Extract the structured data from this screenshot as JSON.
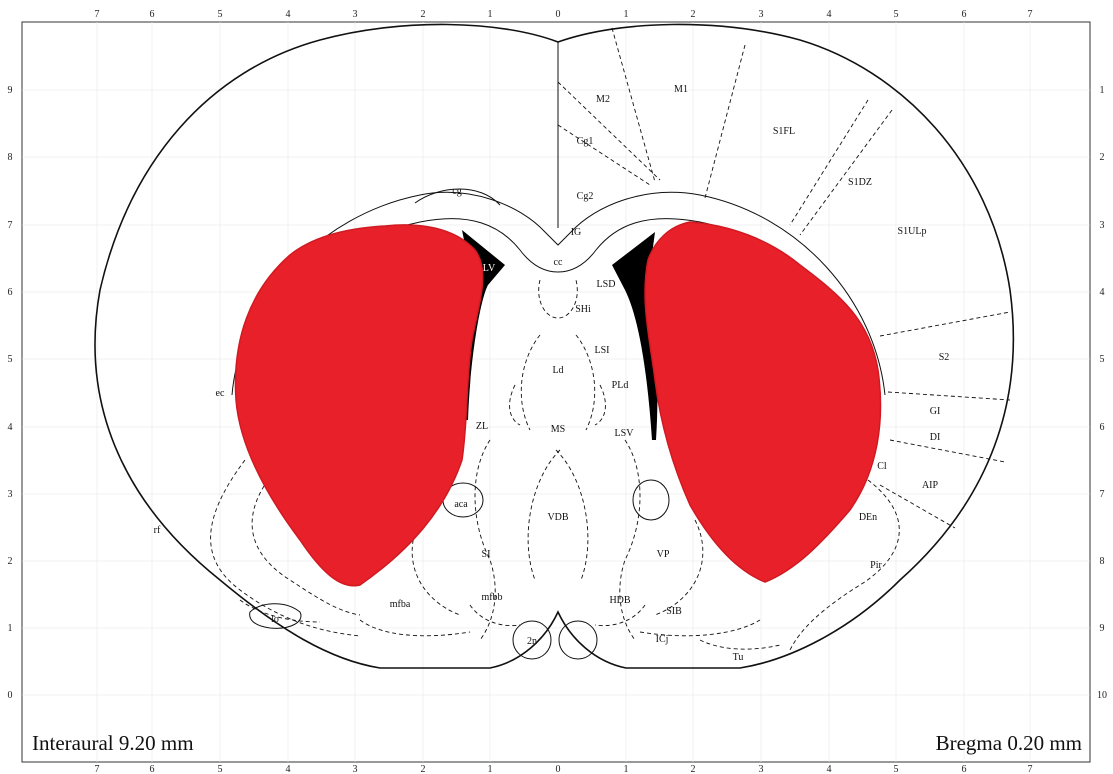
{
  "captions": {
    "interaural": "Interaural 9.20 mm",
    "bregma": "Bregma 0.20 mm"
  },
  "axes": {
    "x_ticks": [
      "7",
      "6",
      "5",
      "4",
      "3",
      "2",
      "1",
      "0",
      "1",
      "2",
      "3",
      "4",
      "5",
      "6",
      "7"
    ],
    "left_ticks": [
      "9",
      "8",
      "7",
      "6",
      "5",
      "4",
      "3",
      "2",
      "1",
      "0"
    ],
    "right_ticks": [
      "1",
      "2",
      "3",
      "4",
      "5",
      "6",
      "7",
      "8",
      "9",
      "10"
    ]
  },
  "regions": {
    "M1": "M1",
    "M2": "M2",
    "Cg1": "Cg1",
    "Cg2": "Cg2",
    "S1FL": "S1FL",
    "S1DZ": "S1DZ",
    "S1ULp": "S1ULp",
    "S2": "S2",
    "GI": "GI",
    "DI": "DI",
    "AIP": "AIP",
    "Cl": "Cl",
    "DEn": "DEn",
    "Pir": "Pir",
    "cg": "cg",
    "IG": "IG",
    "cc": "cc",
    "LV": "LV",
    "LSD": "LSD",
    "SHi": "SHi",
    "LSI": "LSI",
    "Ld": "Ld",
    "PLd": "PLd",
    "MS": "MS",
    "LSV": "LSV",
    "ZL": "ZL",
    "ec": "ec",
    "aca": "aca",
    "VDB": "VDB",
    "VP": "VP",
    "SI": "SI",
    "rf": "rf",
    "mfba": "mfba",
    "mfbb": "mfbb",
    "HDB": "HDB",
    "SIB": "SIB",
    "lo": "lo",
    "2n": "2n",
    "ICj": "ICj",
    "Tu": "Tu"
  },
  "colors": {
    "lesion": "#e8202a",
    "ventricle": "#000000",
    "outline": "#111111",
    "grid": "#e6e6e6"
  }
}
